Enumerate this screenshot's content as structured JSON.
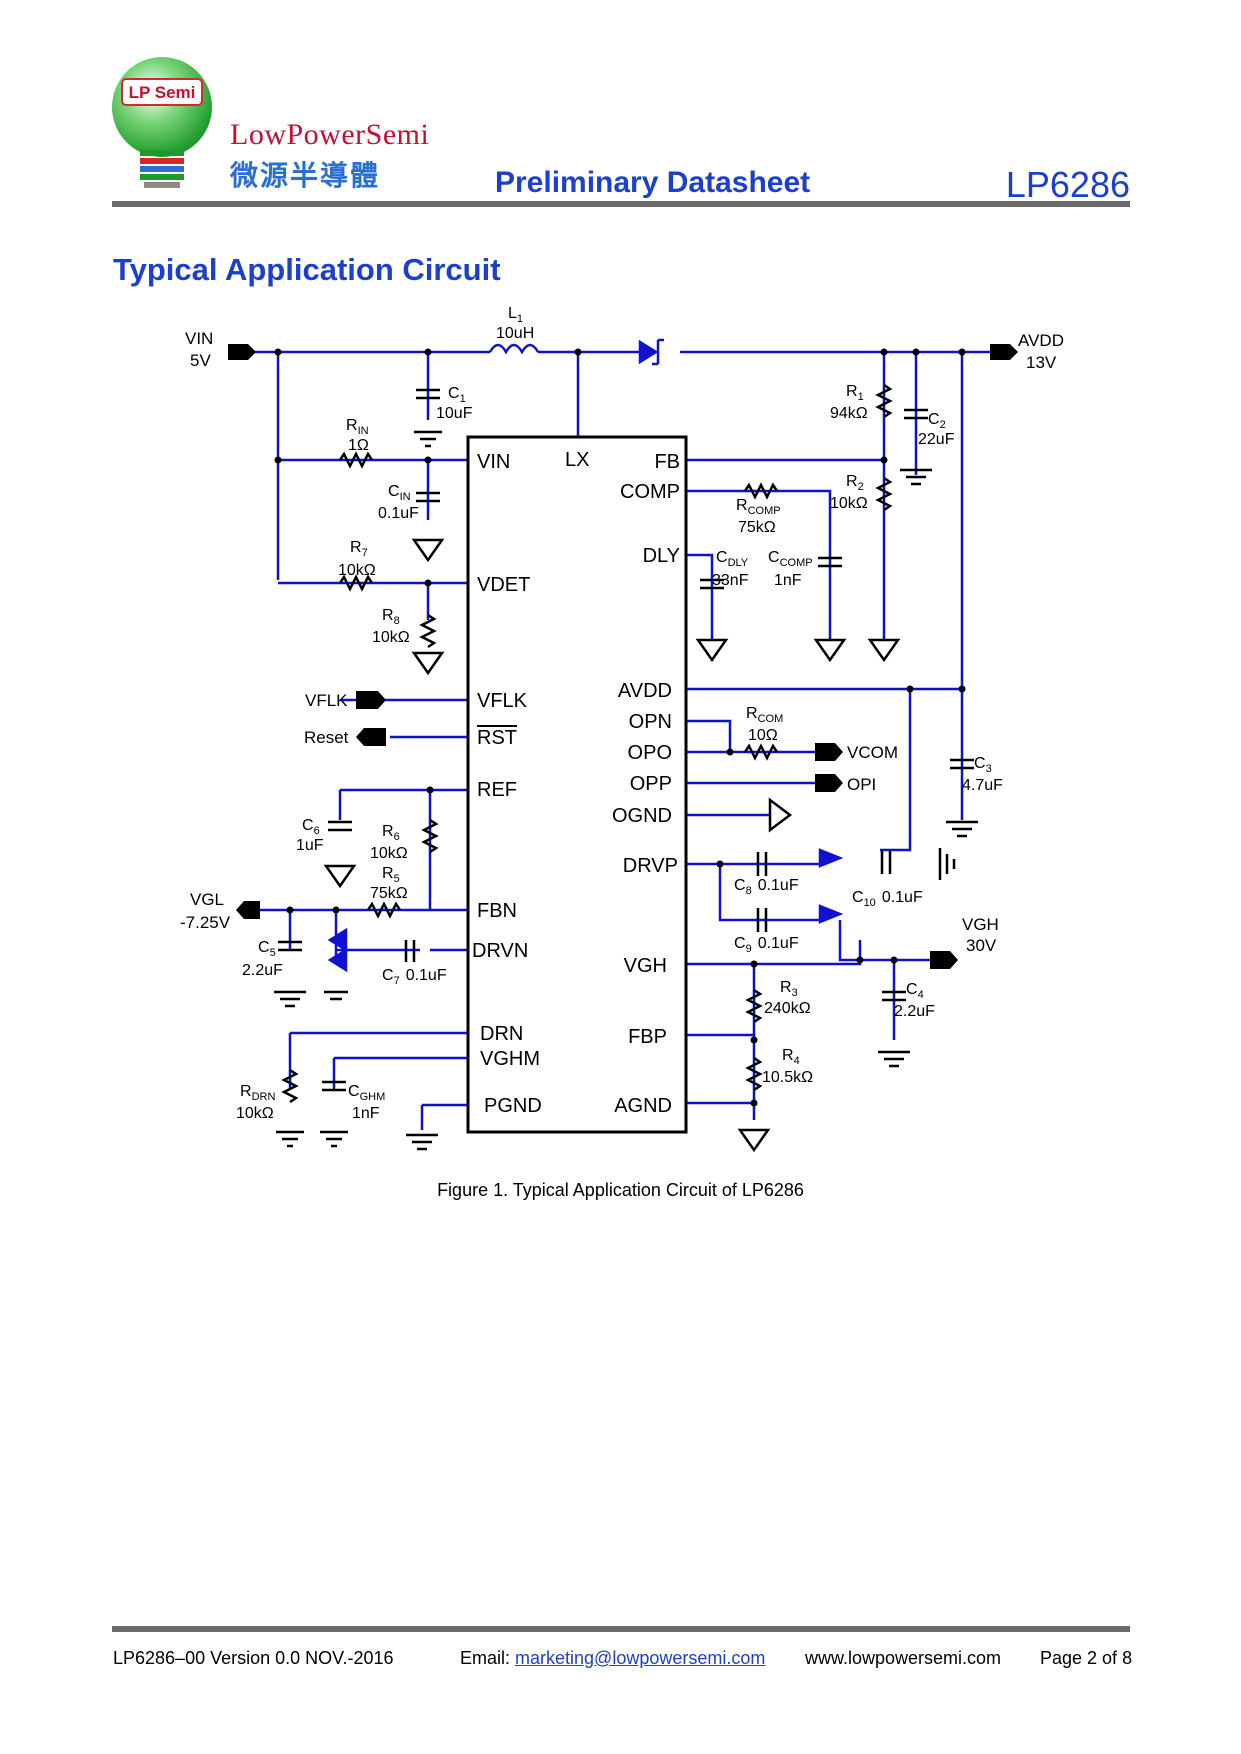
{
  "header": {
    "logo_badge": "LP Semi",
    "company_name_en": "LowPowerSemi",
    "company_name_cn": "微源半導體",
    "doc_type": "Preliminary Datasheet",
    "part_number": "LP6286"
  },
  "section_title": "Typical Application Circuit",
  "schematic": {
    "ic_pins_left": [
      "VIN",
      "VDET",
      "VFLK",
      "RST",
      "REF",
      "FBN",
      "DRVN",
      "DRN",
      "VGHM",
      "PGND"
    ],
    "ic_pins_right": [
      "FB",
      "COMP",
      "DLY",
      "AVDD",
      "OPN",
      "OPO",
      "OPP",
      "OGND",
      "DRVP",
      "VGH",
      "FBP",
      "AGND"
    ],
    "ic_pin_top": "LX",
    "ports": {
      "vin_label": "VIN",
      "vin_value": "5V",
      "avdd_label": "AVDD",
      "avdd_value": "13V",
      "vgl_label": "VGL",
      "vgl_value": "-7.25V",
      "vgh_label": "VGH",
      "vgh_value": "30V",
      "vflk": "VFLK",
      "reset": "Reset",
      "vcom": "VCOM",
      "opi": "OPI"
    },
    "components": {
      "L1": {
        "name": "L",
        "sub": "1",
        "value": "10uH"
      },
      "C1": {
        "name": "C",
        "sub": "1",
        "value": "10uF"
      },
      "RIN": {
        "name": "R",
        "sub": "IN",
        "value": "1Ω"
      },
      "CIN": {
        "name": "C",
        "sub": "IN",
        "value": "0.1uF"
      },
      "R7": {
        "name": "R",
        "sub": "7",
        "value": "10kΩ"
      },
      "R8": {
        "name": "R",
        "sub": "8",
        "value": "10kΩ"
      },
      "C6": {
        "name": "C",
        "sub": "6",
        "value": "1uF"
      },
      "R6": {
        "name": "R",
        "sub": "6",
        "value": "10kΩ"
      },
      "R5": {
        "name": "R",
        "sub": "5",
        "value": "75kΩ"
      },
      "C5": {
        "name": "C",
        "sub": "5",
        "value": "2.2uF"
      },
      "C7": {
        "name": "C",
        "sub": "7",
        "value": "0.1uF"
      },
      "RDRN": {
        "name": "R",
        "sub": "DRN",
        "value": "10kΩ"
      },
      "CGHM": {
        "name": "C",
        "sub": "GHM",
        "value": "1nF"
      },
      "R1": {
        "name": "R",
        "sub": "1",
        "value": "94kΩ"
      },
      "C2": {
        "name": "C",
        "sub": "2",
        "value": "22uF"
      },
      "R2": {
        "name": "R",
        "sub": "2",
        "value": "10kΩ"
      },
      "RCOMP": {
        "name": "R",
        "sub": "COMP",
        "value": "75kΩ"
      },
      "CDLY": {
        "name": "C",
        "sub": "DLY",
        "value": "33nF"
      },
      "CCOMP": {
        "name": "C",
        "sub": "COMP",
        "value": "1nF"
      },
      "RCOM": {
        "name": "R",
        "sub": "COM",
        "value": "10Ω"
      },
      "C3": {
        "name": "C",
        "sub": "3",
        "value": "4.7uF"
      },
      "C8": {
        "name": "C",
        "sub": "8",
        "value": "0.1uF"
      },
      "C9": {
        "name": "C",
        "sub": "9",
        "value": "0.1uF"
      },
      "C10": {
        "name": "C",
        "sub": "10",
        "value": "0.1uF"
      },
      "C4": {
        "name": "C",
        "sub": "4",
        "value": "2.2uF"
      },
      "R3": {
        "name": "R",
        "sub": "3",
        "value": "240kΩ"
      },
      "R4": {
        "name": "R",
        "sub": "4",
        "value": "10.5kΩ"
      }
    },
    "colors": {
      "wire": "#1010d0",
      "ink": "#000000",
      "accent": "#1a3fd1",
      "brand_red": "#c8102e",
      "logo_green": "#22aa22"
    }
  },
  "caption": "Figure 1. Typical Application Circuit of LP6286",
  "footer": {
    "doc_version": "LP6286–00 Version 0.0 NOV.-2016",
    "email_label": "Email: ",
    "email": "marketing@lowpowersemi.com",
    "website": "www.lowpowersemi.com",
    "page": "Page 2 of 8"
  }
}
